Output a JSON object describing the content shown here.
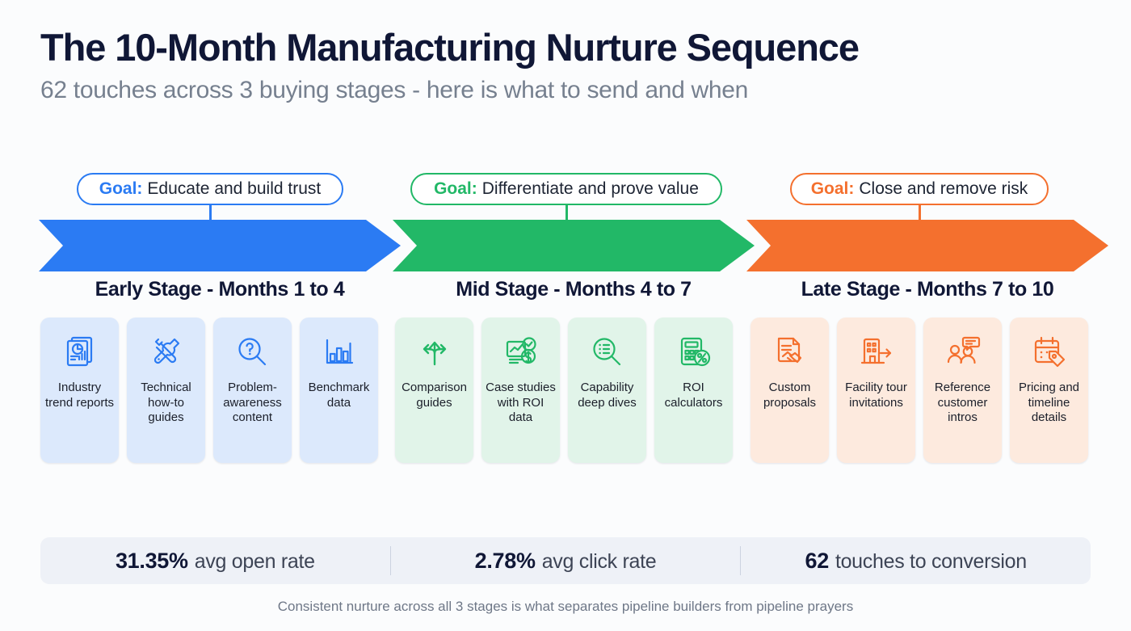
{
  "header": {
    "title": "The 10-Month Manufacturing Nurture Sequence",
    "subtitle": "62 touches across 3 buying stages - here is what to send and when"
  },
  "colors": {
    "early": "#2b7bf3",
    "mid": "#22b867",
    "late": "#f4702e",
    "early_tint": "#dce9fc",
    "mid_tint": "#e1f4e9",
    "late_tint": "#fdeade",
    "title": "#101736",
    "subtitle": "#76808f",
    "stats_bg": "#eef1f7",
    "page_bg": "#fbfcfd"
  },
  "stages": [
    {
      "goal_label": "Goal:",
      "goal_text": "Educate and build trust",
      "stage_label": "Early Stage - Months 1 to 4",
      "color": "#2b7bf3",
      "cards": [
        {
          "icon": "document-pie-chart-icon",
          "label": "Industry trend reports"
        },
        {
          "icon": "tools-wrench-screwdriver-icon",
          "label": "Technical how-to guides"
        },
        {
          "icon": "question-magnifier-icon",
          "label": "Problem-awareness content"
        },
        {
          "icon": "bar-chart-icon",
          "label": "Benchmark data"
        }
      ]
    },
    {
      "goal_label": "Goal:",
      "goal_text": "Differentiate and prove value",
      "stage_label": "Mid Stage - Months 4 to 7",
      "color": "#22b867",
      "cards": [
        {
          "icon": "three-way-arrows-icon",
          "label": "Comparison guides"
        },
        {
          "icon": "chart-check-dollar-icon",
          "label": "Case studies with ROI data"
        },
        {
          "icon": "list-magnifier-icon",
          "label": "Capability deep dives"
        },
        {
          "icon": "calculator-percent-icon",
          "label": "ROI calculators"
        }
      ]
    },
    {
      "goal_label": "Goal:",
      "goal_text": "Close and remove risk",
      "stage_label": "Late Stage - Months 7 to 10",
      "color": "#f4702e",
      "cards": [
        {
          "icon": "document-handshake-icon",
          "label": "Custom proposals"
        },
        {
          "icon": "building-arrow-icon",
          "label": "Facility tour invitations"
        },
        {
          "icon": "people-speech-bubble-icon",
          "label": "Reference customer intros"
        },
        {
          "icon": "calendar-tag-icon",
          "label": "Pricing and timeline details"
        }
      ]
    }
  ],
  "stats": [
    {
      "value": "31.35%",
      "label": "avg open rate"
    },
    {
      "value": "2.78%",
      "label": "avg click rate"
    },
    {
      "value": "62",
      "label": "touches to conversion"
    }
  ],
  "footnote": "Consistent nurture across all 3 stages is what separates pipeline builders from pipeline prayers"
}
